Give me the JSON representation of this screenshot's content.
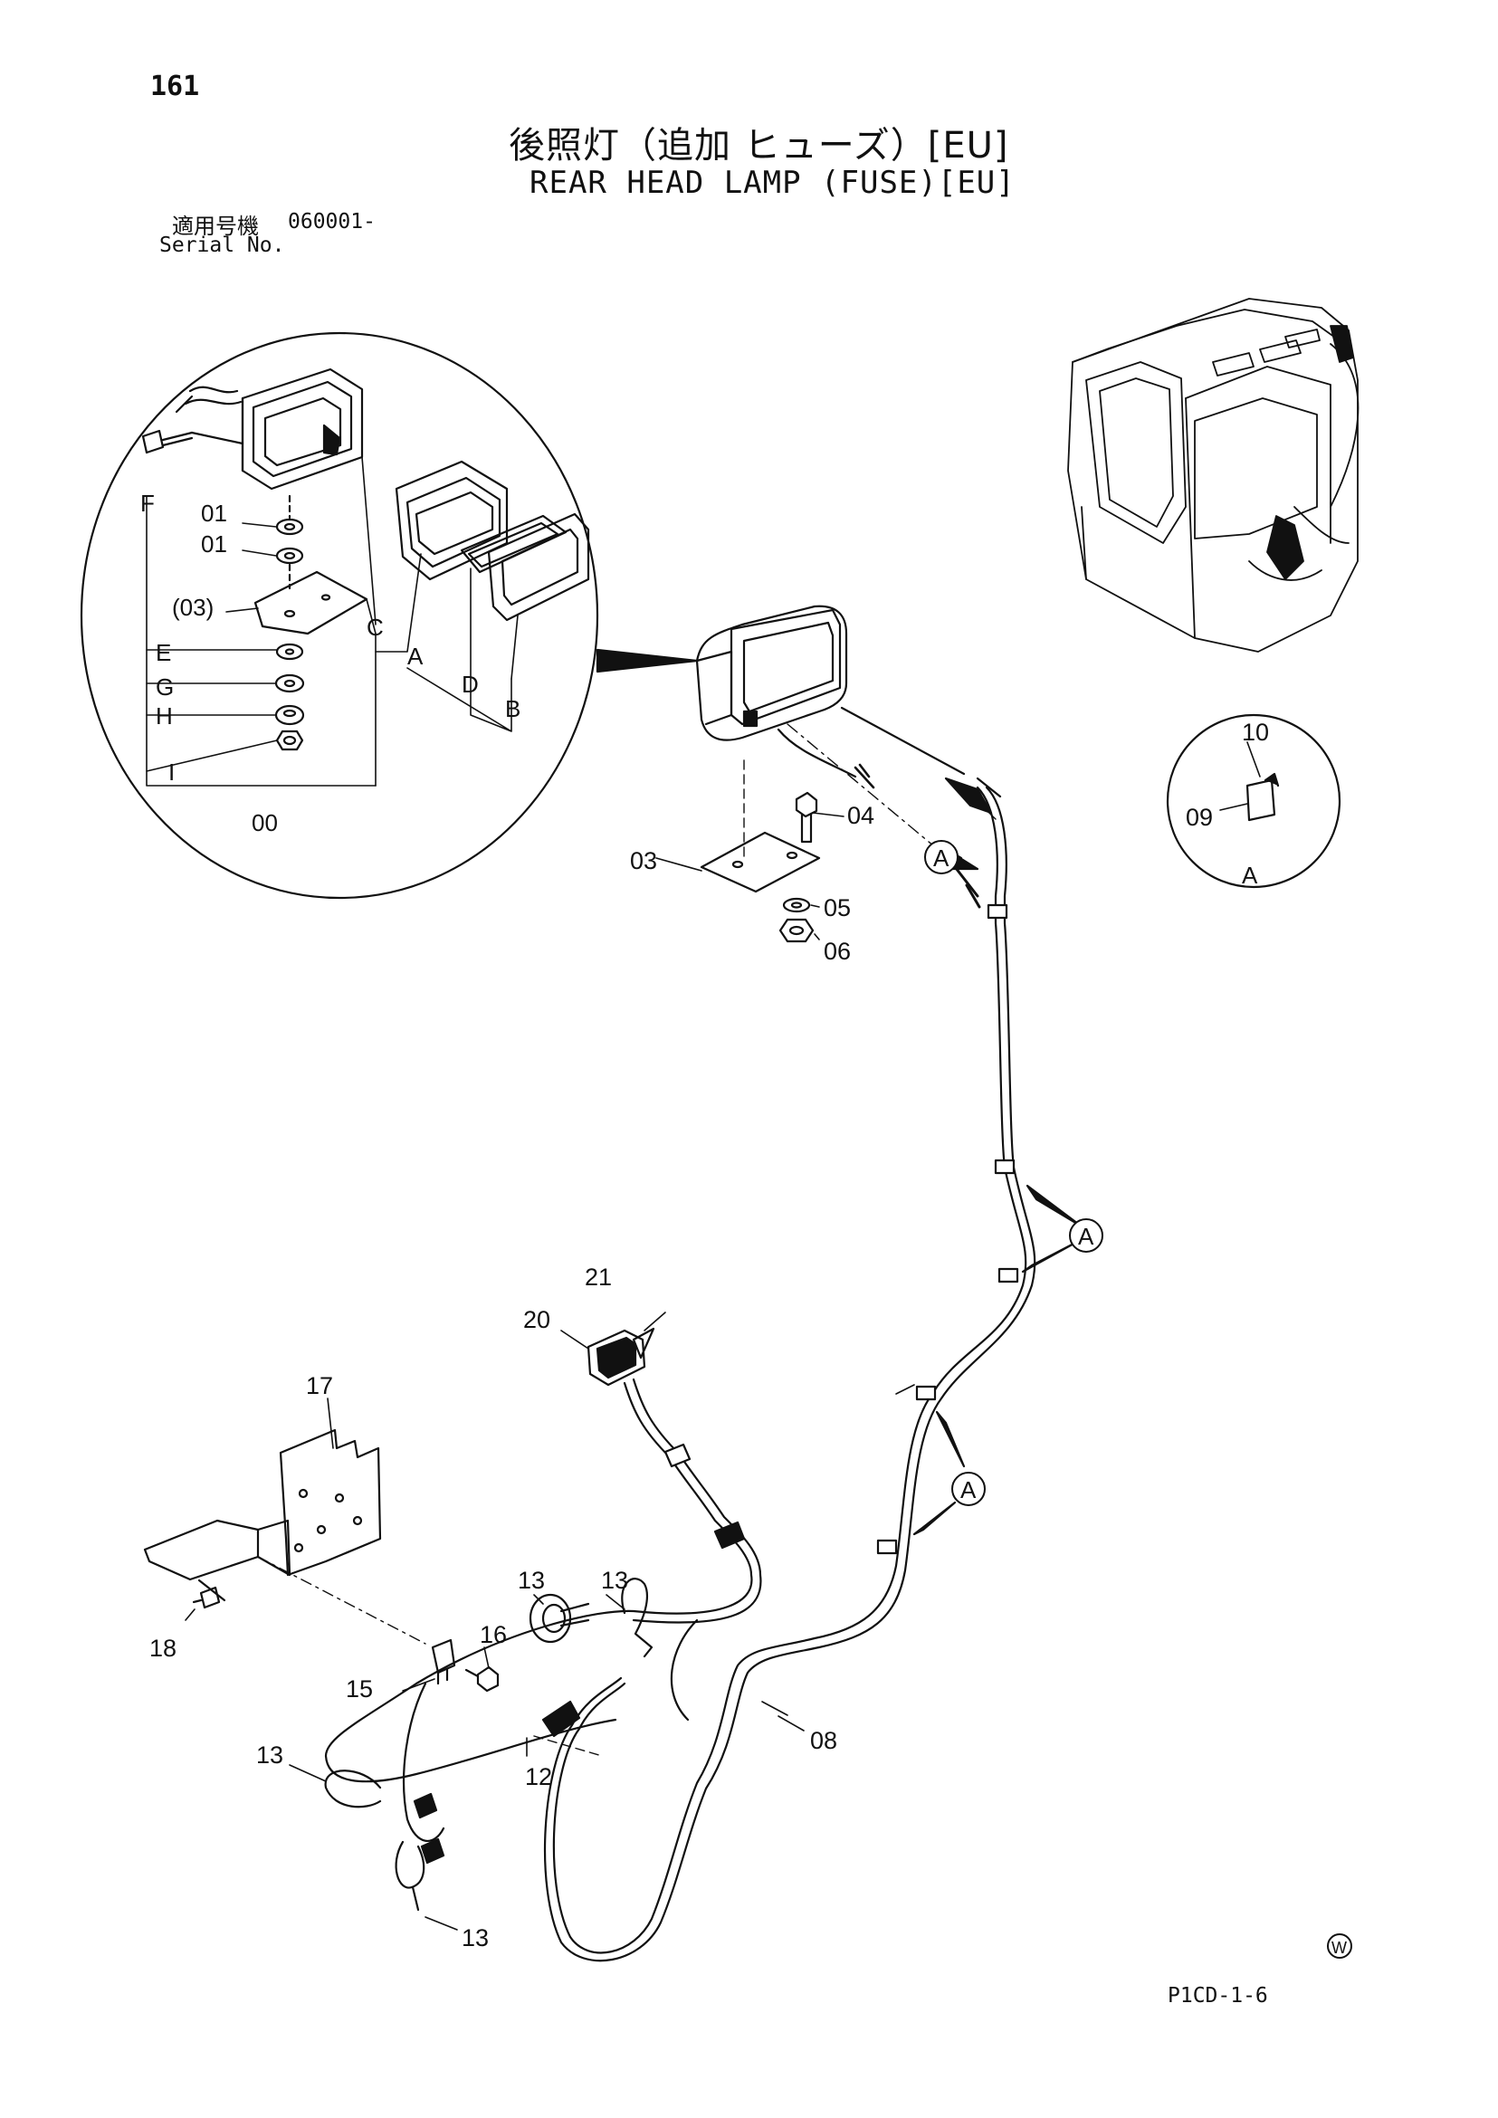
{
  "header": {
    "page_number": "161",
    "title_ja": "後照灯（追加 ヒューズ）[EU]",
    "title_en": "REAR HEAD LAMP (FUSE)[EU]",
    "serial_label_ja": "適用号機",
    "serial_value": "060001-",
    "serial_label_en": "Serial No."
  },
  "detail_ring": {
    "letters": [
      "F",
      "E",
      "G",
      "H",
      "I",
      "C",
      "A",
      "D",
      "B"
    ],
    "numbers": [
      "01",
      "01",
      "(03)",
      "00"
    ]
  },
  "callouts": [
    "03",
    "04",
    "05",
    "06",
    "08",
    "09",
    "10",
    "12",
    "13",
    "13",
    "13",
    "13",
    "15",
    "16",
    "17",
    "18",
    "20",
    "21"
  ],
  "view_markers": [
    "A",
    "A",
    "A",
    "A"
  ],
  "inset_view_label": "A",
  "footer": {
    "copyright_mark": "W",
    "drawing_code": "P1CD-1-6"
  }
}
